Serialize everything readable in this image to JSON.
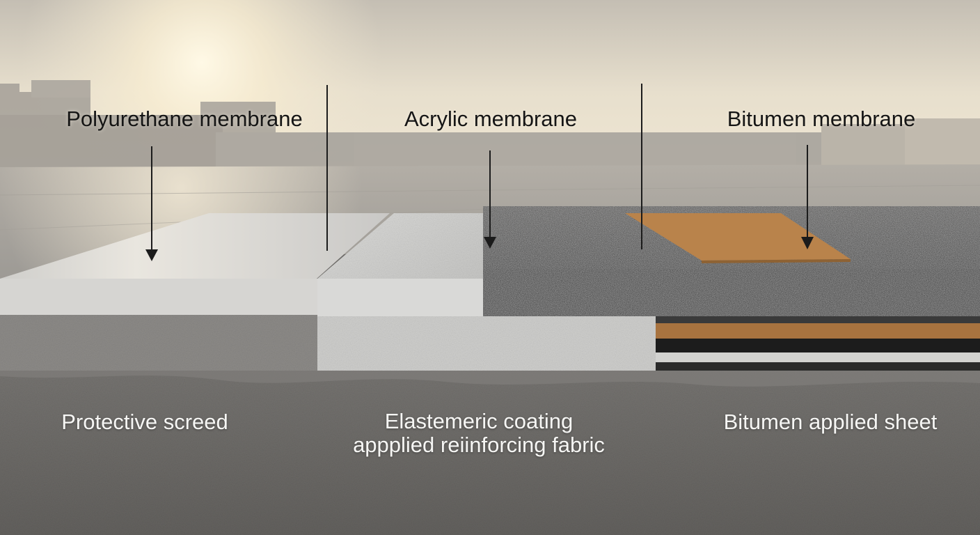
{
  "columns": [
    {
      "top_label": "Polyurethane membrane",
      "bottom_label": "Protective screed"
    },
    {
      "top_label": "Acrylic membrane",
      "bottom_label_lines": [
        "Elastemeric coating",
        "appplied reiinforcing fabric"
      ]
    },
    {
      "top_label": "Bitumen membrane",
      "bottom_label": "Bitumen applied sheet"
    }
  ],
  "colors": {
    "sky_top": "#c9c2b6",
    "sun_glow": "#fbf1d8",
    "concrete_base": "#6a6865",
    "polyurethane_surface": "#d9d8d6",
    "acrylic_surface": "#cfcfcd",
    "bitumen_surface": "#2f2f2f",
    "bitumen_strip": "#b9834b",
    "label_dark": "#151515",
    "label_light": "#f6f6f4"
  }
}
